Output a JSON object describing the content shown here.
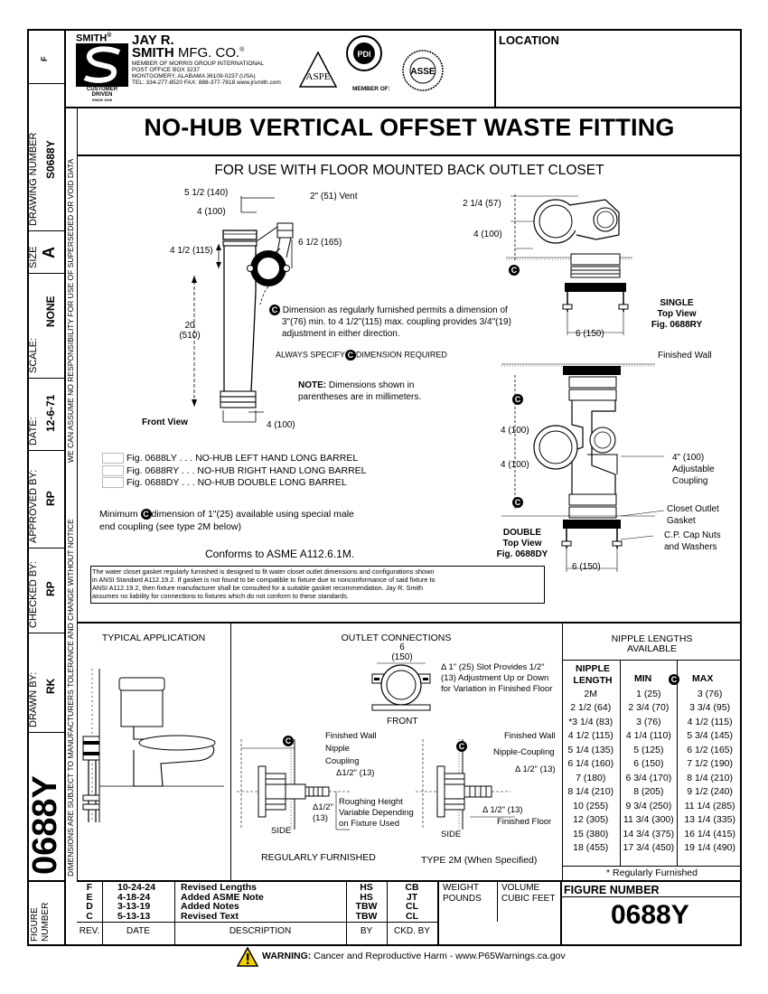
{
  "header": {
    "brand_smith": "SMITH",
    "brand_reg": "®",
    "company_line1": "JAY R.",
    "company_line2": "SMITH",
    "company_line2b": "MFG. CO.",
    "member_of_group": "MEMBER OF MORRIS GROUP INTERNATIONAL",
    "address1": "POST OFFICE BOX 3237",
    "address2": "MONTGOMERY, ALABAMA 36109-0237 (USA)",
    "phone": "TEL: 334-277-8520   FAX: 888-377-7818   www.jrsmith.com",
    "tagline": [
      "CUSTOMER",
      "DRIVEN",
      "SINCE 1926"
    ],
    "member_of_label": "MEMBER OF:",
    "logo_aspe": "ASPE",
    "logo_pdi": "PDI",
    "logo_asse": "ASSE",
    "location_label": "LOCATION"
  },
  "title": "NO-HUB VERTICAL OFFSET WASTE FITTING",
  "subtitle": "FOR USE WITH FLOOR MOUNTED BACK OUTLET CLOSET",
  "sidebar": {
    "f_label": "F",
    "drawing_number_label": "DRAWING NUMBER",
    "drawing_number": "S0688Y",
    "size_label": "SIZE",
    "size": "A",
    "scale_label": "SCALE:",
    "scale": "NONE",
    "date_label": "DATE:",
    "date": "12-6-71",
    "approved_label": "APPROVED BY:",
    "approved": "RP",
    "checked_label": "CHECKED BY:",
    "checked": "RP",
    "drawn_label": "DRAWN BY:",
    "drawn": "RK",
    "big_number": "0688Y",
    "figure_number_label1": "FIGURE",
    "figure_number_label2": "NUMBER",
    "responsibility_note": "WE CAN ASSUME NO RESPONSIBILITY FOR USE OF SUPERSEDED OR VOID DATA",
    "dimensions_note": "DIMENSIONS ARE SUBJECT TO MANUFACTURERS TOLERANCE AND CHANGE WITHOUT NOTICE"
  },
  "front_view": {
    "dim_5_1_2": "5 1/2 (140)",
    "dim_4_top": "4 (100)",
    "vent": "2\" (51) Vent",
    "dim_4_1_2": "4 1/2 (115)",
    "dim_6_1_2": "6 1/2 (165)",
    "dim_20": "20",
    "dim_20_mm": "(510)",
    "dim_4_bottom": "4 (100)",
    "label": "Front View"
  },
  "c_note": {
    "c": "C",
    "line1": "Dimension as regularly furnished permits a dimension of",
    "line2": "3\"(76) min. to 4 1/2\"(115) max. coupling provides 3/4\"(19)",
    "line3": "adjustment in either direction.",
    "always_pre": "ALWAYS SPECIFY",
    "always_post": "DIMENSION REQUIRED",
    "note_label": "NOTE:",
    "note_text1": "Dimensions shown in",
    "note_text2": "parentheses are in millimeters."
  },
  "single_view": {
    "dim_2_1_4": "2 1/4 (57)",
    "dim_4": "4 (100)",
    "dim_6": "6 (150)",
    "label1": "SINGLE",
    "label2": "Top View",
    "label3": "Fig. 0688RY"
  },
  "double_view": {
    "finished_wall": "Finished Wall",
    "dim_4a": "4 (100)",
    "dim_4b": "4 (100)",
    "coupling1": "4\" (100)",
    "coupling2": "Adjustable",
    "coupling3": "Coupling",
    "gasket1": "Closet Outlet",
    "gasket2": "Gasket",
    "caps1": "C.P. Cap Nuts",
    "caps2": "and Washers",
    "label1": "DOUBLE",
    "label2": "Top View",
    "label3": "Fig. 0688DY",
    "dim_6": "6 (150)"
  },
  "figures": [
    "Fig. 0688LY . . . NO-HUB LEFT HAND LONG BARREL",
    "Fig. 0688RY . . . NO-HUB RIGHT HAND LONG BARREL",
    "Fig. 0688DY . . . NO-HUB DOUBLE LONG BARREL"
  ],
  "minimum_note_pre": "Minimum",
  "minimum_note_post": "dimension of 1\"(25) available using special male",
  "minimum_note_line2": "end coupling (see type 2M below)",
  "conforms": "Conforms to ASME A112.6.1M.",
  "gasket_note": [
    "The water closet gasket regularly furnished is designed to fit water closet outlet dimensions and configurations shown",
    "in ANSI Standard A112.19.2. If gasket is not found to be compatible to fixture due to nonconformance of said fixture to",
    "ANSI A112.19.2, then fixture manufacturer shall be consulted for a suitable gasket recommendation. Jay R. Smith",
    "assumes no liability for connections to fixtures which do not conform to these standards."
  ],
  "typical_application": {
    "title": "TYPICAL APPLICATION"
  },
  "outlet_connections": {
    "title": "OUTLET CONNECTIONS",
    "dim_6": "6",
    "dim_150": "(150)",
    "slot1": "Δ 1\" (25) Slot Provides 1/2\"",
    "slot2": "(13) Adjustment Up or Down",
    "slot3": "for Variation in Finished Floor",
    "front": "FRONT",
    "left_finished_wall": "Finished Wall",
    "left_nipple": "Nipple",
    "left_coupling": "Coupling",
    "left_d1": "Δ1/2\" (13)",
    "left_d2a": "Δ1/2\"",
    "left_d2b": "(13)",
    "rough1": "Roughing Height",
    "rough2": "Variable Depending",
    "rough3": "on Fixture Used",
    "side_left": "SIDE",
    "regularly": "REGULARLY FURNISHED",
    "right_finished_wall": "Finished Wall",
    "right_nipple": "Nipple-Coupling",
    "right_d1": "Δ 1/2\" (13)",
    "right_d2": "Δ 1/2\" (13)",
    "right_floor": "Finished Floor",
    "side_right": "SIDE",
    "type2m": "TYPE 2M (When Specified)"
  },
  "nipple_table": {
    "title1": "NIPPLE LENGTHS",
    "title2": "AVAILABLE",
    "h_nipple1": "NIPPLE",
    "h_nipple2": "LENGTH",
    "h_min": "MIN",
    "h_max": "MAX",
    "rows": [
      [
        "2M",
        "1 (25)",
        "3 (76)"
      ],
      [
        "2 1/2 (64)",
        "2 3/4 (70)",
        "3 3/4 (95)"
      ],
      [
        "*3 1/4 (83)",
        "3 (76)",
        "4 1/2 (115)"
      ],
      [
        "4 1/2 (115)",
        "4 1/4 (110)",
        "5 3/4 (145)"
      ],
      [
        "5 1/4 (135)",
        "5 (125)",
        "6 1/2 (165)"
      ],
      [
        "6 1/4 (160)",
        "6 (150)",
        "7 1/2 (190)"
      ],
      [
        "7 (180)",
        "6 3/4 (170)",
        "8 1/4 (210)"
      ],
      [
        "8 1/4 (210)",
        "8 (205)",
        "9 1/2 (240)"
      ],
      [
        "10 (255)",
        "9 3/4 (250)",
        "11 1/4 (285)"
      ],
      [
        "12 (305)",
        "11 3/4 (300)",
        "13 1/4 (335)"
      ],
      [
        "15 (380)",
        "14 3/4 (375)",
        "16 1/4 (415)"
      ],
      [
        "18 (455)",
        "17 3/4 (450)",
        "19 1/4 (490)"
      ]
    ],
    "footnote": "* Regularly Furnished"
  },
  "revisions": {
    "rows": [
      {
        "rev": "F",
        "date": "10-24-24",
        "desc": "Revised Lengths",
        "by": "HS",
        "ckd": "CB"
      },
      {
        "rev": "E",
        "date": "4-18-24",
        "desc": "Added ASME Note",
        "by": "HS",
        "ckd": "JT"
      },
      {
        "rev": "D",
        "date": "3-13-19",
        "desc": "Added Notes",
        "by": "TBW",
        "ckd": "CL"
      },
      {
        "rev": "C",
        "date": "5-13-13",
        "desc": "Revised Text",
        "by": "TBW",
        "ckd": "CL"
      }
    ],
    "h_rev": "REV.",
    "h_date": "DATE",
    "h_desc": "DESCRIPTION",
    "h_by": "BY",
    "h_ckd": "CKD. BY"
  },
  "footer_boxes": {
    "weight1": "WEIGHT",
    "weight2": "POUNDS",
    "volume1": "VOLUME",
    "volume2": "CUBIC FEET",
    "figure_label": "FIGURE NUMBER",
    "figure_number": "0688Y"
  },
  "warning": {
    "bold": "WARNING:",
    "text": "Cancer and Reproductive Harm - www.P65Warnings.ca.gov"
  }
}
